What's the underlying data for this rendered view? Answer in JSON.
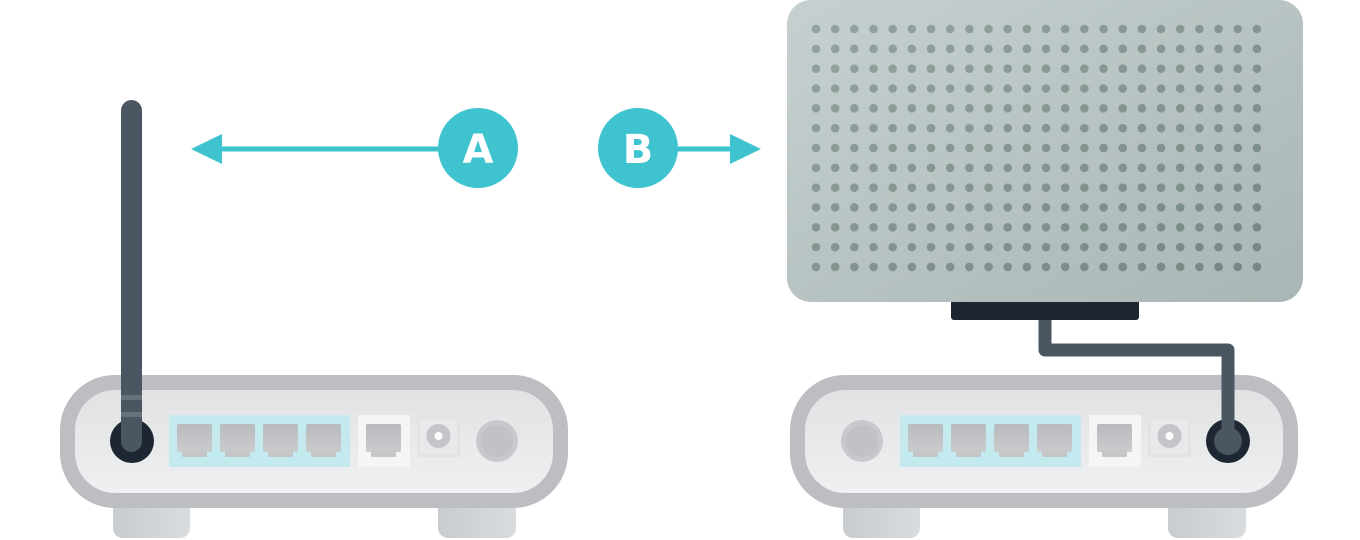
{
  "labels": {
    "a": "A",
    "b": "B"
  },
  "colors": {
    "accent": "#3ec3cf",
    "router_shell": "#bdbec2",
    "router_face": "#e6e7e9",
    "ethernet_block": "#c3ebef",
    "antenna": "#4a5763",
    "dark": "#1e2533",
    "panel": "#b9c5c4",
    "panel_dots": "#84958f"
  },
  "panel_grid": {
    "columns": 24,
    "rows": 13
  }
}
